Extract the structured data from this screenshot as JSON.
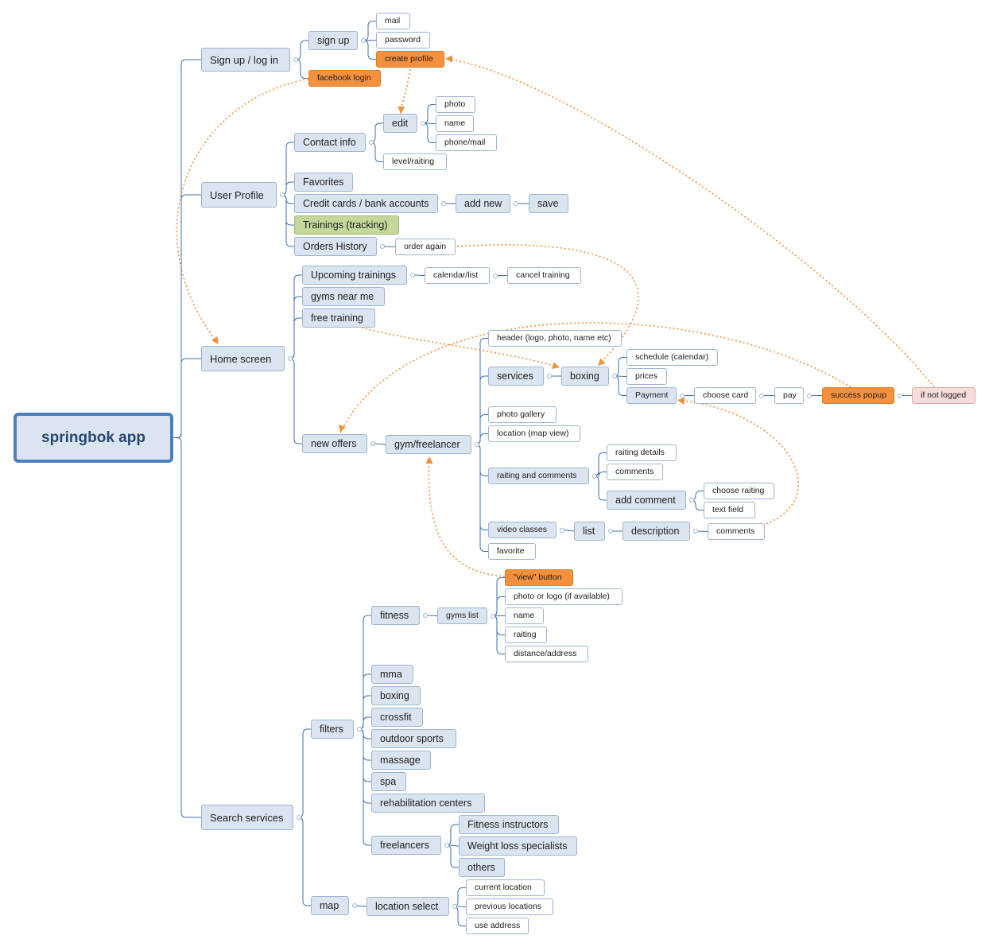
{
  "root": {
    "label": "springbok app"
  },
  "signup": {
    "label": "Sign up / log in",
    "sign_up": "sign up",
    "mail": "mail",
    "password": "password",
    "create_profile": "create profile",
    "facebook_login": "facebook login"
  },
  "profile": {
    "label": "User Profile",
    "contact_info": "Contact info",
    "edit": "edit",
    "photo": "photo",
    "name": "name",
    "phone_mail": "phone/mail",
    "level_raiting": "level/raiting",
    "favorites": "Favorites",
    "credit_cards": "Credit cards / bank accounts",
    "add_new": "add new",
    "save": "save",
    "trainings_tracking": "Trainings (tracking)",
    "orders_history": "Orders History",
    "order_again": "order again"
  },
  "home": {
    "label": "Home screen",
    "upcoming_trainings": "Upcoming trainings",
    "calendar_list": "calendar/list",
    "cancel_training": "cancel training",
    "gyms_near_me": "gyms near me",
    "free_training": "free training",
    "new_offers": "new offers",
    "gym_freelancer": "gym/freelancer",
    "header": "header (logo, photo, name etc)",
    "services": "services",
    "boxing": "boxing",
    "schedule": "schedule (calendar)",
    "prices": "prices",
    "payment": "Payment",
    "choose_card": "choose card",
    "pay": "pay",
    "success_popup": "success popup",
    "if_not_logged": "if not logged",
    "photo_gallery": "photo gallery",
    "location_map": "location (map view)",
    "raiting_comments": "raiting and comments",
    "raiting_details": "raiting details",
    "comments": "comments",
    "add_comment": "add comment",
    "choose_raiting": "choose raiting",
    "text_field": "text field",
    "video_classes": "video classes",
    "list": "list",
    "description": "description",
    "video_comments": "comments",
    "favorite": "favorite"
  },
  "search": {
    "label": "Search services",
    "filters": "filters",
    "fitness": "fitness",
    "gyms_list": "gyms list",
    "view_button": "\"view\" button",
    "photo_logo": "photo or logo (if available)",
    "name": "name",
    "raiting": "raiting",
    "distance": "distance/address",
    "mma": "mma",
    "boxing": "boxing",
    "crossfit": "crossfit",
    "outdoor": "outdoor sports",
    "massage": "massage",
    "spa": "spa",
    "rehab": "rehabilitation centers",
    "freelancers": "freelancers",
    "fitness_instructors": "Fitness instructors",
    "weight_loss": "Weight loss specialists",
    "others": "others",
    "map": "map",
    "location_select": "location select",
    "current_location": "current location",
    "previous_locations": "previous locations",
    "use_address": "use address"
  },
  "colors": {
    "line": "#3f6fae",
    "node_border": "#9db4d2",
    "node_fill": "#dbe5f1",
    "highlight": "#f4913f",
    "arrow": "#f0913a",
    "tracking": "#c5d89c",
    "warning": "#f6dddb"
  }
}
